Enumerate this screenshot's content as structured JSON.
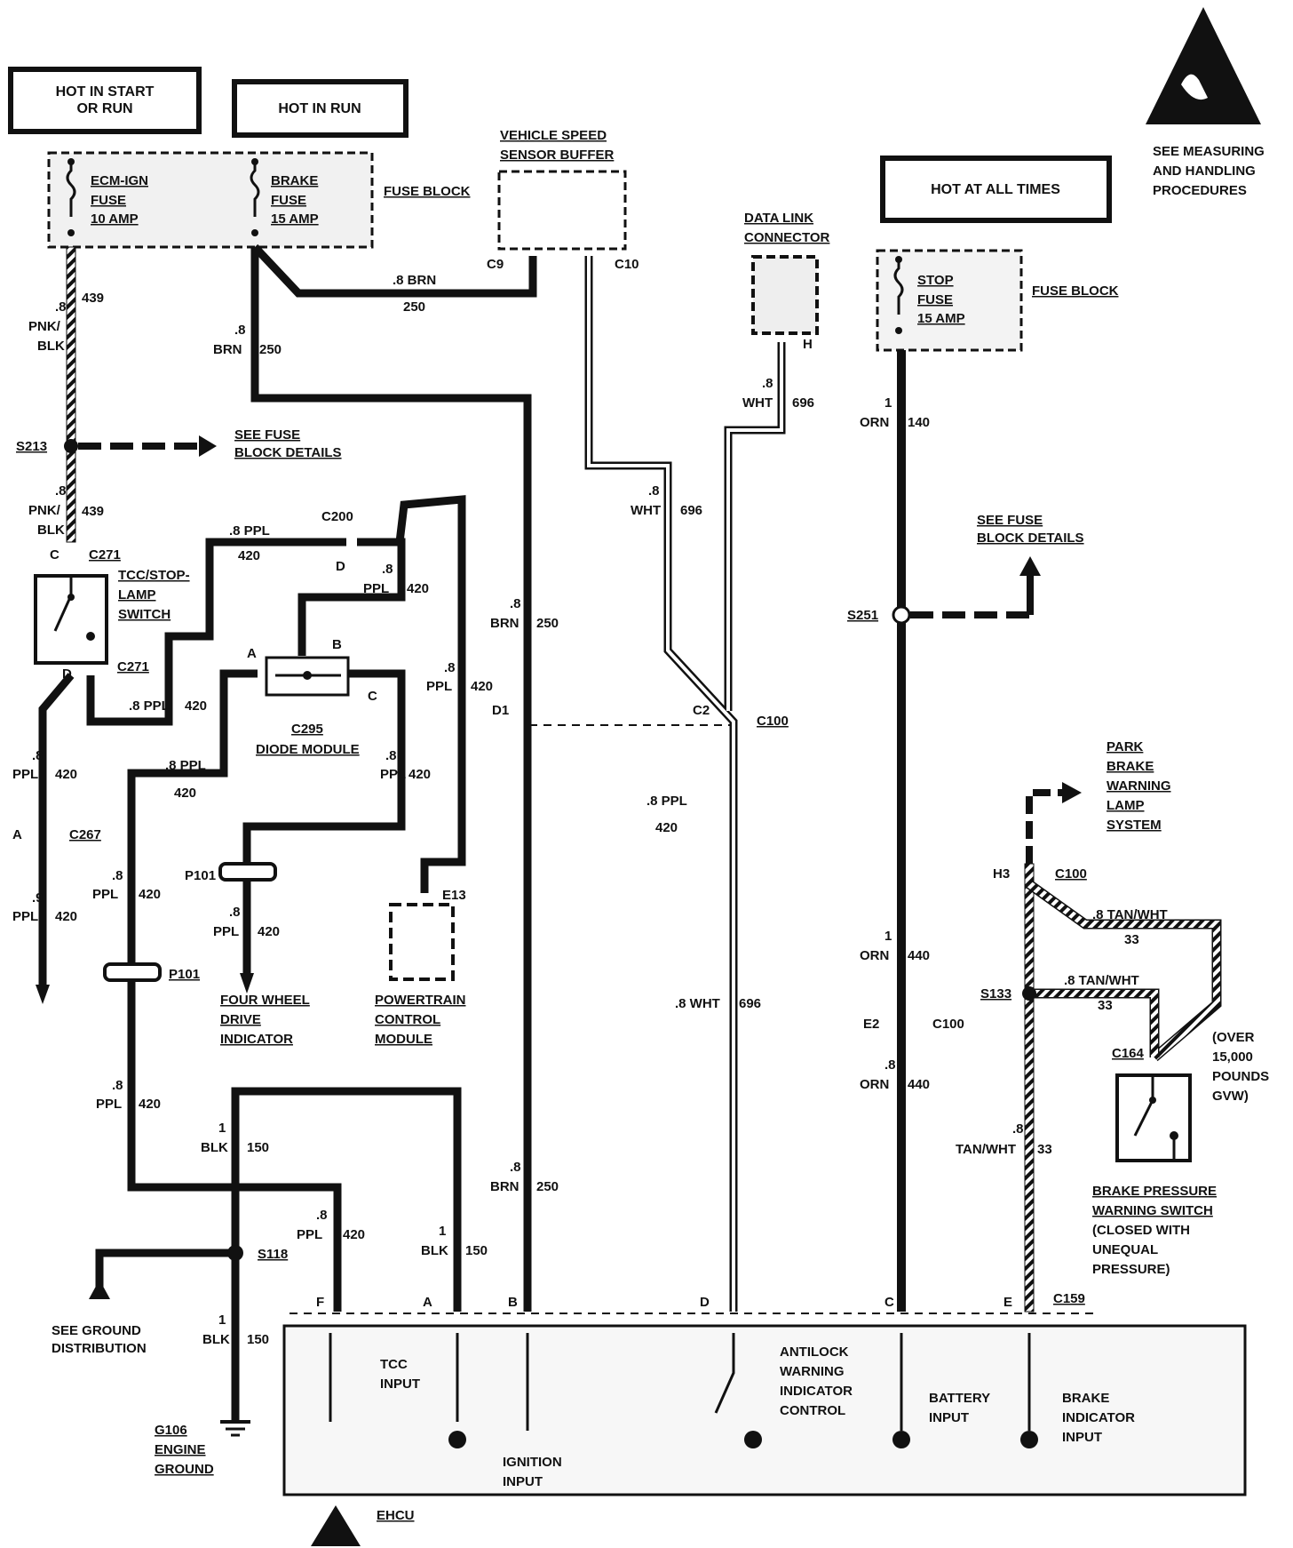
{
  "headers": {
    "hot_start_run": [
      "HOT IN START",
      "OR RUN"
    ],
    "hot_run": "HOT IN RUN",
    "hot_all": "HOT AT ALL TIMES"
  },
  "esd": [
    "SEE MEASURING",
    "AND HANDLING",
    "PROCEDURES"
  ],
  "fuse_block": "FUSE BLOCK",
  "fuses": {
    "ecm_ign": [
      "ECM-IGN",
      "FUSE",
      "10 AMP"
    ],
    "brake": [
      "BRAKE",
      "FUSE",
      "15 AMP"
    ],
    "stop": [
      "STOP",
      "FUSE",
      "15 AMP"
    ]
  },
  "components": {
    "vss_buffer": [
      "VEHICLE SPEED",
      "SENSOR BUFFER"
    ],
    "dlc": [
      "DATA LINK",
      "CONNECTOR"
    ],
    "tcc_switch": [
      "TCC/STOP-",
      "LAMP",
      "SWITCH"
    ],
    "diode_module": [
      "C295",
      "DIODE MODULE"
    ],
    "pcm": [
      "POWERTRAIN",
      "CONTROL",
      "MODULE"
    ],
    "four_wheel": [
      "FOUR WHEEL",
      "DRIVE",
      "INDICATOR"
    ],
    "park_brake": [
      "PARK",
      "BRAKE",
      "WARNING",
      "LAMP",
      "SYSTEM"
    ],
    "brake_pressure": [
      "BRAKE PRESSURE",
      "WARNING SWITCH",
      "(CLOSED WITH",
      "UNEQUAL",
      "PRESSURE)"
    ],
    "over_gvw": [
      "(OVER",
      "15,000",
      "POUNDS",
      "GVW)"
    ],
    "see_fuse_details": [
      "SEE FUSE",
      "BLOCK DETAILS"
    ],
    "see_ground": [
      "SEE GROUND",
      "DISTRIBUTION"
    ],
    "engine_ground": [
      "G106",
      "ENGINE",
      "GROUND"
    ],
    "ehcu": "EHCU"
  },
  "ehcu_inputs": {
    "tcc": [
      "TCC",
      "INPUT"
    ],
    "ignition": [
      "IGNITION",
      "INPUT"
    ],
    "antilock": [
      "ANTILOCK",
      "WARNING",
      "INDICATOR",
      "CONTROL"
    ],
    "battery": [
      "BATTERY",
      "INPUT"
    ],
    "brake": [
      "BRAKE",
      "INDICATOR",
      "INPUT"
    ]
  },
  "connectors": {
    "c9": "C9",
    "c10": "C10",
    "h": "H",
    "c200": "C200",
    "d": "D",
    "c": "C",
    "c271": "C271",
    "a": "A",
    "b": "B",
    "c_pin": "C",
    "c267": "C267",
    "p101": "P101",
    "e13": "E13",
    "d1": "D1",
    "c2": "C2",
    "c100": "C100",
    "h3": "H3",
    "e2": "E2",
    "c164": "C164",
    "c159": "C159",
    "f": "F",
    "e": "E",
    "s213": "S213",
    "s251": "S251",
    "s133": "S133",
    "s118": "S118"
  },
  "wires": {
    "w439": ".8|PNK/|BLK|439",
    "w250": ".8 BRN|250",
    "w696": ".8|WHT|696",
    "w140": "1|ORN|140",
    "w420": ".8 PPL|420",
    "w440": "1|ORN|440",
    "w33": ".8 TAN/WHT|33",
    "w150": "1|BLK|150",
    "w696b": ".8 WHT|696",
    "w420b": ".9|PPL|420"
  }
}
